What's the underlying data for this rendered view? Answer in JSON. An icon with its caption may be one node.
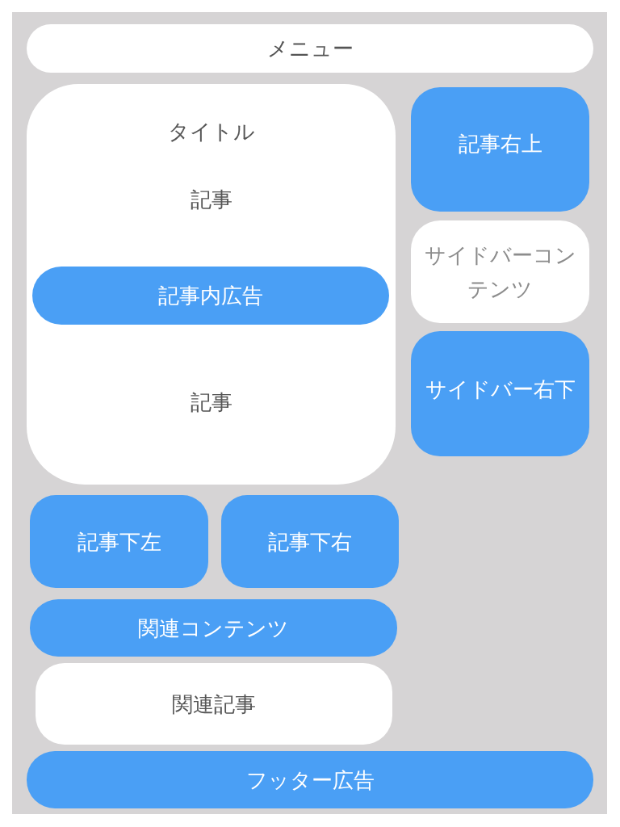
{
  "diagram": {
    "nodes": [
      {
        "text": [
          "メニュー"
        ]
      },
      {
        "text": [
          "タイトル",
          "記事",
          "記事"
        ]
      },
      {
        "text": [
          "記事内広告"
        ],
        "in": 1
      },
      {
        "text": [
          "記事右上"
        ]
      },
      {
        "text": [
          "サイドバーコンテンツ"
        ]
      },
      {
        "text": [
          "サイドバー右下"
        ]
      },
      {
        "text": [
          "記事下左"
        ]
      },
      {
        "text": [
          "記事下右"
        ]
      },
      {
        "text": [
          "関連コンテンツ"
        ]
      },
      {
        "text": [
          "関連記事"
        ]
      },
      {
        "text": [
          "フッター広告"
        ]
      }
    ]
  }
}
